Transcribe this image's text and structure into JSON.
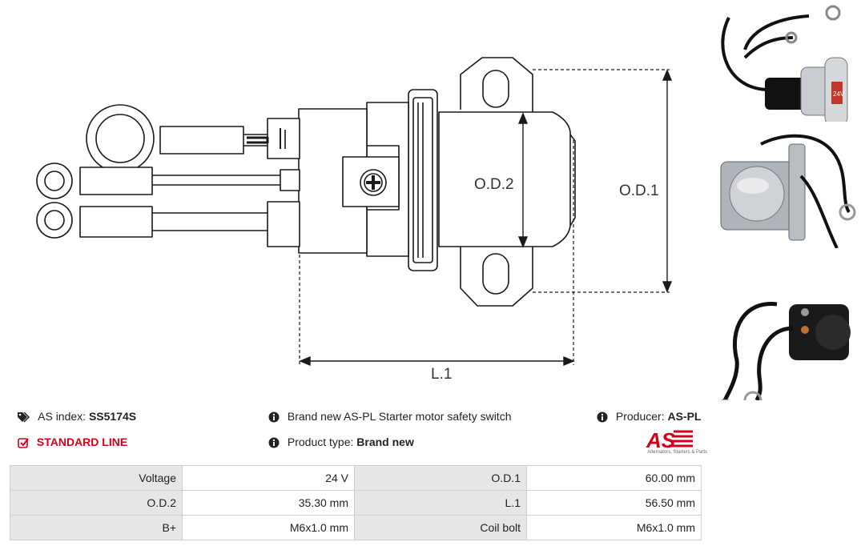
{
  "drawing": {
    "dimensions": {
      "od1": "O.D.1",
      "od2": "O.D.2",
      "l1": "L.1"
    },
    "voltage_marking": "24V"
  },
  "photos": [
    {
      "name": "product-photo-1"
    },
    {
      "name": "product-photo-2"
    },
    {
      "name": "product-photo-3"
    }
  ],
  "info": {
    "as_index_label": "AS index:",
    "as_index_value": "SS5174S",
    "line_label": "STANDARD LINE",
    "description": "Brand new AS-PL Starter motor safety switch",
    "product_type_label": "Product type:",
    "product_type_value": "Brand new",
    "producer_label": "Producer:",
    "producer_value": "AS-PL"
  },
  "logo": {
    "text": "AS",
    "tagline": "Alternators, Starters & Parts",
    "color": "#d0021b"
  },
  "specs": [
    {
      "label1": "Voltage",
      "value1": "24 V",
      "label2": "O.D.1",
      "value2": "60.00 mm"
    },
    {
      "label1": "O.D.2",
      "value1": "35.30 mm",
      "label2": "L.1",
      "value2": "56.50 mm"
    },
    {
      "label1": "B+",
      "value1": "M6x1.0 mm",
      "label2": "Coil bolt",
      "value2": "M6x1.0 mm"
    }
  ]
}
